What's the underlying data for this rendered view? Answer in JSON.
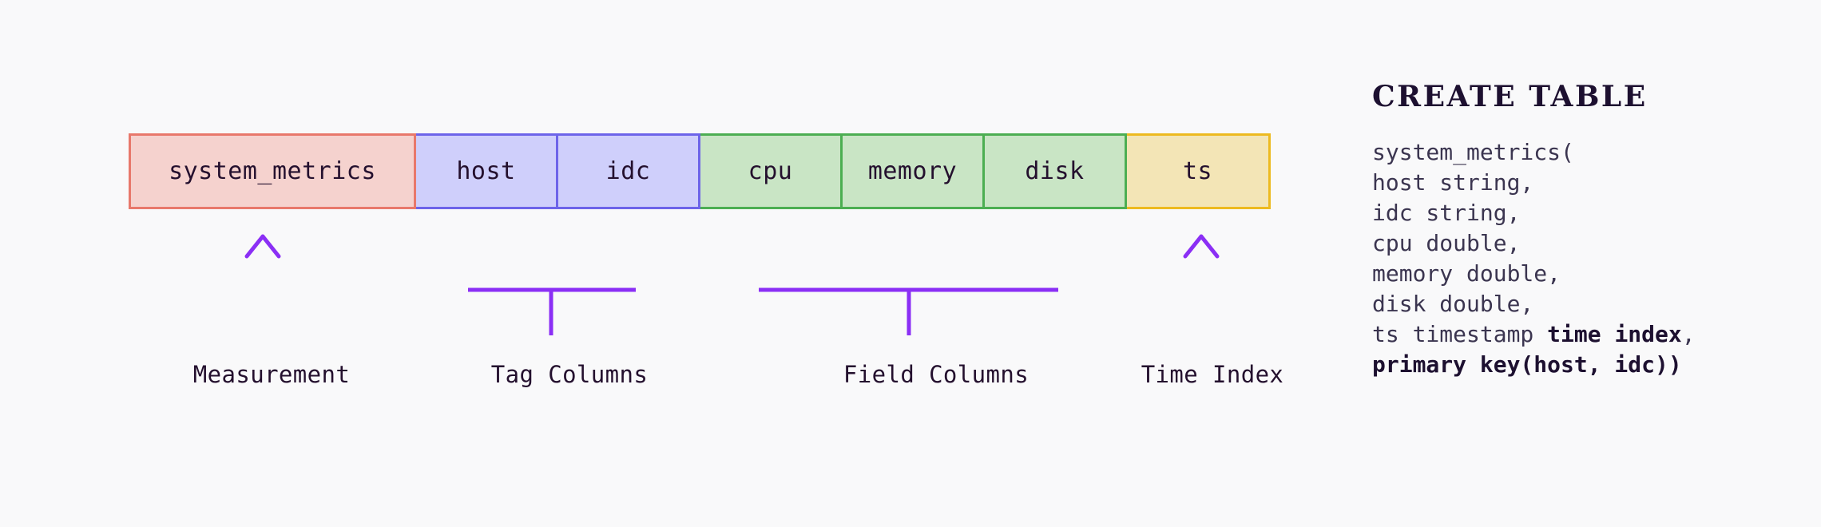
{
  "background": "#f9f9fa",
  "accent": "#8b2ff5",
  "schema": {
    "groups": [
      {
        "name": "measurement",
        "color_bg": "#f5d2ce",
        "color_border": "#e8786b",
        "caption": "Measurement",
        "connector": "arrow",
        "cells": [
          {
            "label": "system_metrics"
          }
        ]
      },
      {
        "name": "tag-columns",
        "color_bg": "#cfcffb",
        "color_border": "#6d64e9",
        "caption": "Tag Columns",
        "connector": "bracket",
        "cells": [
          {
            "label": "host"
          },
          {
            "label": "idc"
          }
        ]
      },
      {
        "name": "field-columns",
        "color_bg": "#c9e5c5",
        "color_border": "#4cae52",
        "caption": "Field Columns",
        "connector": "bracket",
        "cells": [
          {
            "label": "cpu"
          },
          {
            "label": "memory"
          },
          {
            "label": "disk"
          }
        ]
      },
      {
        "name": "time-index",
        "color_bg": "#f3e5b6",
        "color_border": "#edba20",
        "caption": "Time Index",
        "connector": "arrow",
        "cells": [
          {
            "label": "ts"
          }
        ]
      }
    ],
    "cell_labels": {
      "measurement": "system_metrics",
      "host": "host",
      "idc": "idc",
      "cpu": "cpu",
      "memory": "memory",
      "disk": "disk",
      "ts": "ts"
    },
    "captions": {
      "measurement": "Measurement",
      "tag": "Tag Columns",
      "field": "Field Columns",
      "time": "Time Index"
    }
  },
  "sql": {
    "title": "CREATE TABLE",
    "lines": [
      {
        "plain": "system_metrics("
      },
      {
        "plain": "host string,"
      },
      {
        "plain": "idc string,"
      },
      {
        "plain": "cpu double,"
      },
      {
        "plain": "memory double,"
      },
      {
        "plain": "disk double,"
      },
      {
        "plain": "ts timestamp ",
        "bold": "time index",
        "tail": ","
      },
      {
        "bold": "primary key(host, idc))"
      }
    ],
    "full_text": "CREATE TABLE system_metrics(\nhost string,\nidc string,\ncpu double,\nmemory double,\ndisk double,\nts timestamp time index,\nprimary key(host, idc))"
  }
}
